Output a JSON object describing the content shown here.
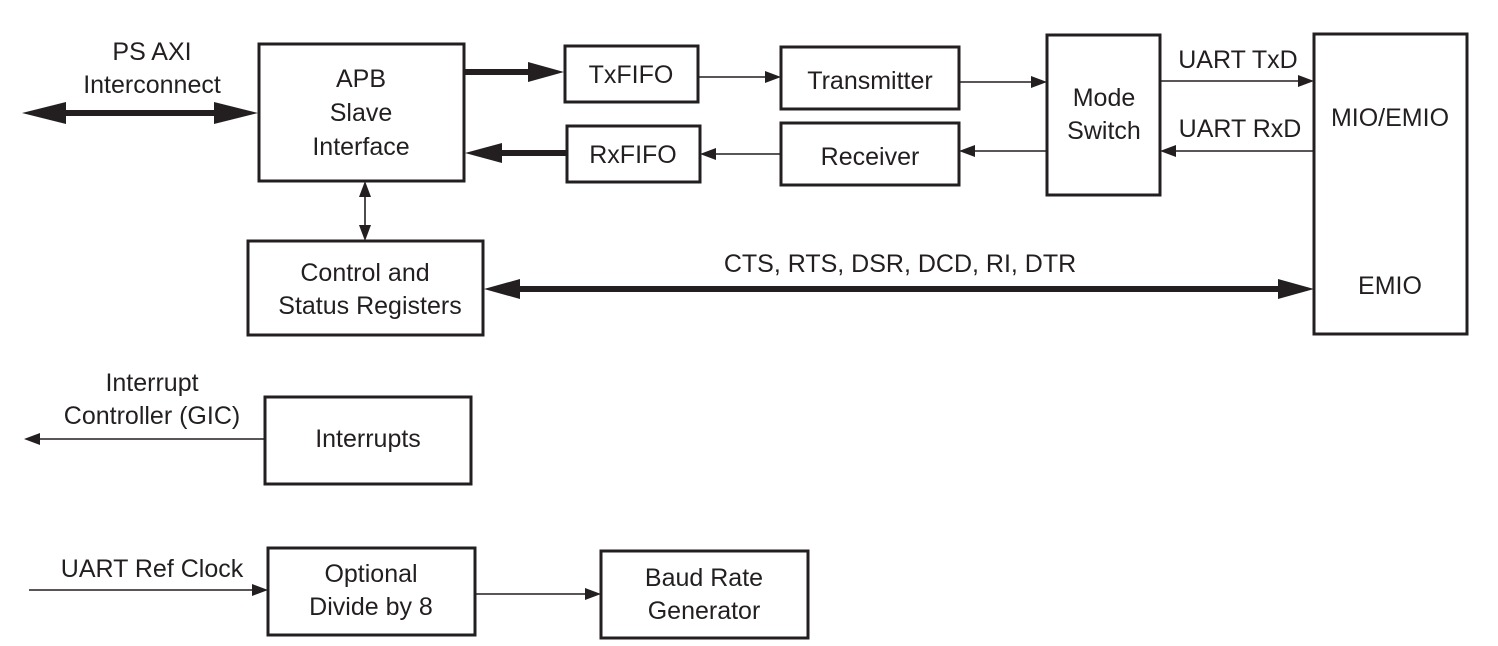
{
  "blocks": {
    "apb_line1": "APB",
    "apb_line2": "Slave",
    "apb_line3": "Interface",
    "txfifo": "TxFIFO",
    "rxfifo": "RxFIFO",
    "transmitter": "Transmitter",
    "receiver": "Receiver",
    "mode_line1": "Mode",
    "mode_line2": "Switch",
    "mio_emio": "MIO/EMIO",
    "emio": "EMIO",
    "csr_line1": "Control and",
    "csr_line2": "Status Registers",
    "interrupts": "Interrupts",
    "divide_line1": "Optional",
    "divide_line2": "Divide by 8",
    "baud_line1": "Baud Rate",
    "baud_line2": "Generator"
  },
  "signals": {
    "ps_axi_line1": "PS AXI",
    "ps_axi_line2": "Interconnect",
    "uart_txd": "UART TxD",
    "uart_rxd": "UART RxD",
    "modem_signals": "CTS, RTS, DSR, DCD, RI, DTR",
    "gic_line1": "Interrupt",
    "gic_line2": "Controller (GIC)",
    "ref_clock": "UART Ref Clock"
  }
}
